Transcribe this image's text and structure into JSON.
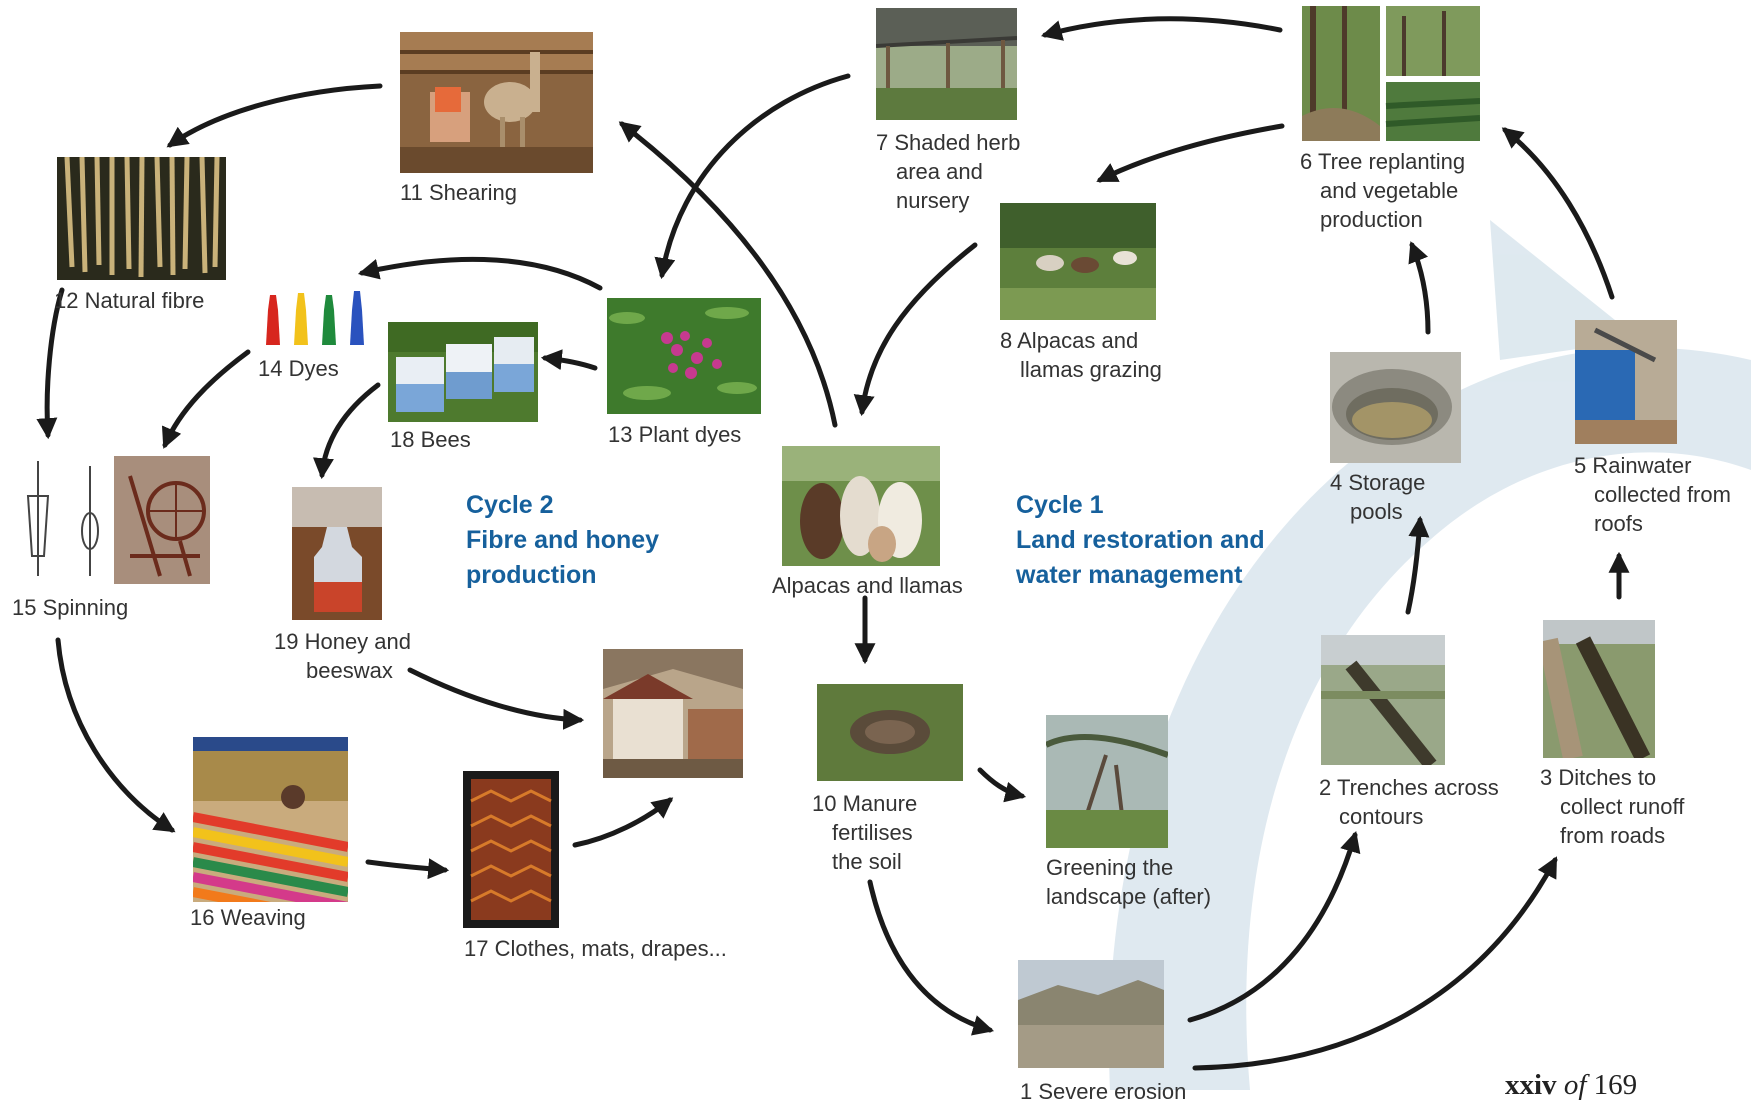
{
  "diagram": {
    "cycles": [
      {
        "id": "cycle1",
        "title": "Cycle 1",
        "lines": [
          "Land restoration and",
          "water management"
        ]
      },
      {
        "id": "cycle2",
        "title": "Cycle 2",
        "lines": [
          "Fibre and honey",
          "production"
        ]
      }
    ],
    "nodes": {
      "n1": {
        "lines": [
          "1 Severe erosion"
        ]
      },
      "n2": {
        "lines": [
          "2 Trenches across",
          "contours"
        ]
      },
      "n3": {
        "lines": [
          "3 Ditches to",
          "collect runoff",
          "from roads"
        ]
      },
      "n4": {
        "lines": [
          "4 Storage",
          "pools"
        ]
      },
      "n5": {
        "lines": [
          "5 Rainwater",
          "collected from",
          "roofs"
        ]
      },
      "n6": {
        "lines": [
          "6 Tree replanting",
          "and vegetable",
          "production"
        ]
      },
      "n7": {
        "lines": [
          "7 Shaded herb",
          "area and",
          "nursery"
        ]
      },
      "n8": {
        "lines": [
          "8 Alpacas and",
          "llamas grazing"
        ]
      },
      "center": {
        "lines": [
          "Alpacas and llamas"
        ]
      },
      "n10": {
        "lines": [
          "10 Manure",
          "fertilises",
          "the soil"
        ]
      },
      "green": {
        "lines": [
          "Greening the",
          "landscape (after)"
        ]
      },
      "n11": {
        "lines": [
          "11 Shearing"
        ]
      },
      "n12": {
        "lines": [
          "12 Natural fibre"
        ]
      },
      "n13": {
        "lines": [
          "13 Plant dyes"
        ]
      },
      "n14": {
        "lines": [
          "14 Dyes"
        ]
      },
      "n15": {
        "lines": [
          "15 Spinning"
        ]
      },
      "n16": {
        "lines": [
          "16 Weaving"
        ]
      },
      "n17": {
        "lines": [
          "17 Clothes, mats, drapes..."
        ]
      },
      "n18": {
        "lines": [
          "18 Bees"
        ]
      },
      "n19": {
        "lines": [
          "19 Honey and",
          "beeswax"
        ]
      }
    }
  },
  "page_number": {
    "current": "xxiv",
    "of": "of",
    "total": "169"
  },
  "colors": {
    "arrow": "#1a1a1a",
    "cycle_title": "#16609c",
    "watermark": "#dbe7ee"
  }
}
